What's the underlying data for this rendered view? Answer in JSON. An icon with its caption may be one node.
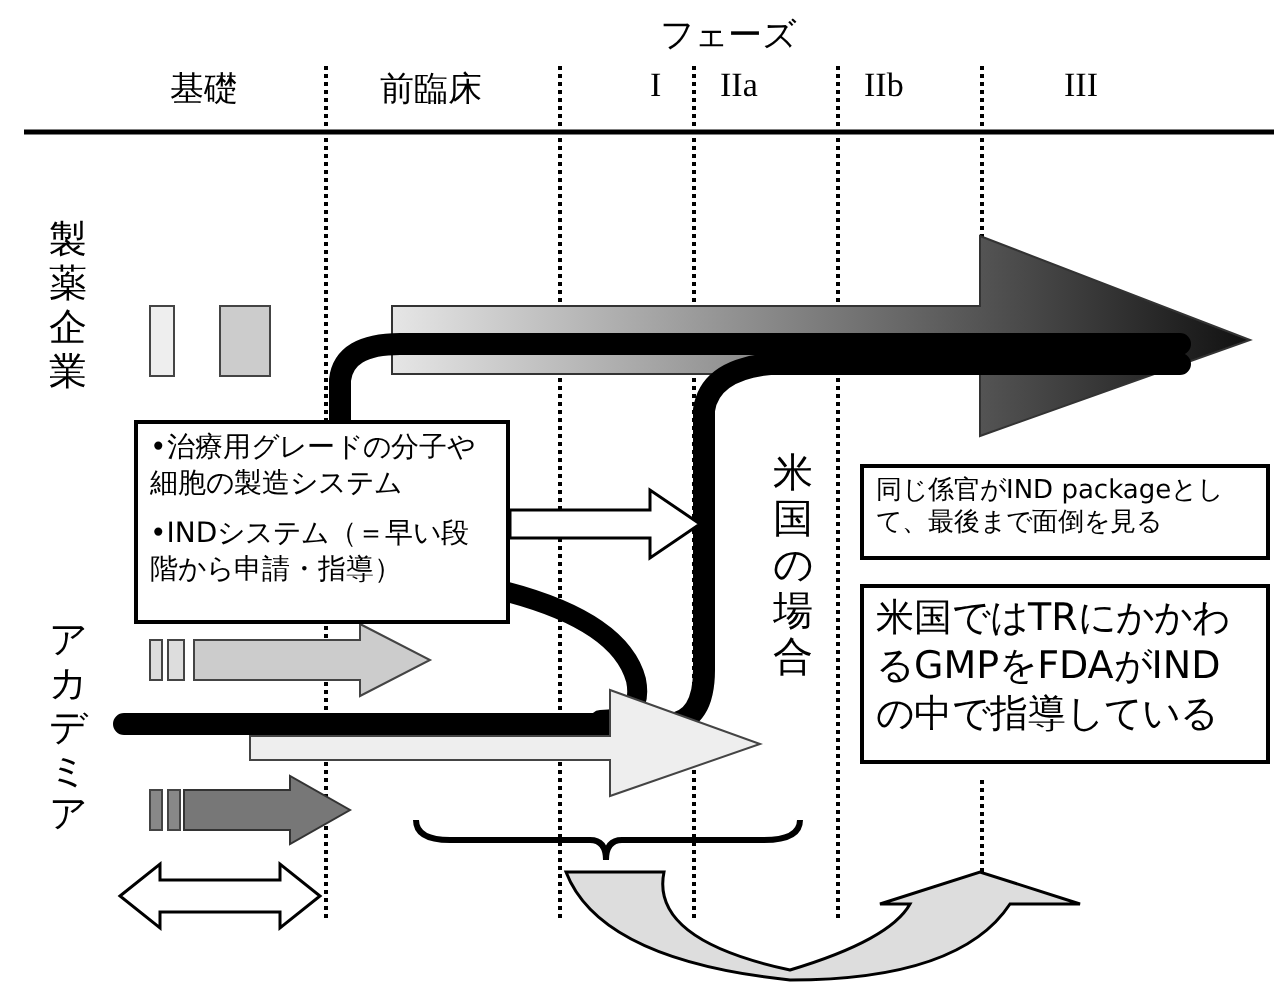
{
  "diagram": {
    "nodes": [
      {
        "text": [
          "•治療用グレードの分子や細胞の製造システム",
          "•INDシステム（＝早い段階から申請・指導）"
        ]
      },
      {
        "text": [
          "同じ係官がIND packageとして、最後まで面倒を見る"
        ]
      },
      {
        "text": [
          "米国ではTRにかかわるGMPをFDAがINDの中で指導している"
        ]
      }
    ],
    "labels": [
      "フェーズ",
      "基礎",
      "前臨床",
      "I",
      "IIa",
      "IIb",
      "III",
      "製薬企業",
      "アカデミア",
      "米国の場合"
    ]
  }
}
